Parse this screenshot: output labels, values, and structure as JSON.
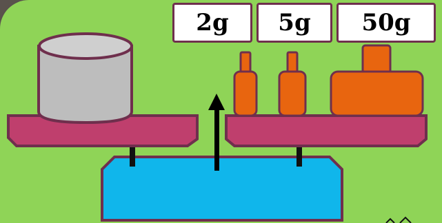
{
  "weights": [
    {
      "label": "2g"
    },
    {
      "label": "5g"
    },
    {
      "label": "50g"
    }
  ],
  "colors": {
    "board": "#8fd457",
    "pan": "#bf3f6d",
    "outline": "#6f2f4d",
    "weight": "#e8650f",
    "base": "#10b6eb",
    "container": "#bdbdbd"
  },
  "icons": {
    "arrow": "up-arrow-icon"
  }
}
